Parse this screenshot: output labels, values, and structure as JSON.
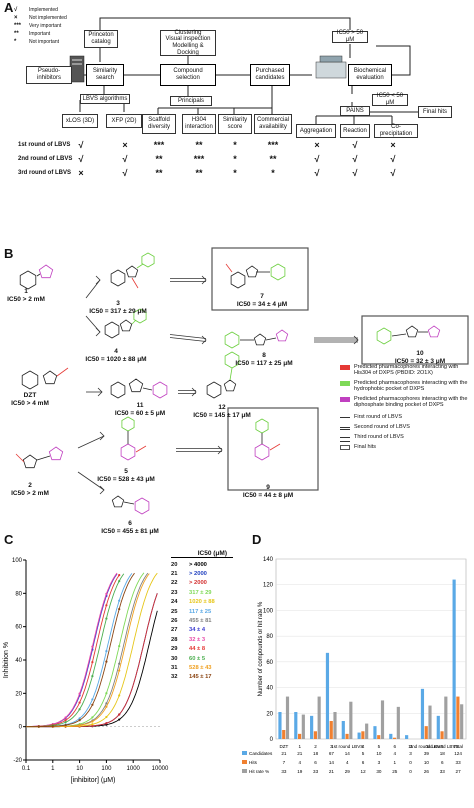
{
  "panel_a": {
    "letter": "A",
    "legend": [
      {
        "symbol": "√",
        "text": "Implemented"
      },
      {
        "symbol": "×",
        "text": "Not implemented"
      },
      {
        "symbol": "***",
        "text": "Very important"
      },
      {
        "symbol": "**",
        "text": "Important"
      },
      {
        "symbol": "*",
        "text": "Not important"
      }
    ],
    "boxes": {
      "princeton": "Princeton catalog",
      "clustering": "Clustering\nVisual inspection\nModelling & Docking",
      "ic50_top": "IC50 > 50 μM",
      "pseudo": "Pseudo-inhibitors",
      "similarity": "Similarity search",
      "compound_sel": "Compound selection",
      "purchased": "Purchased candidates",
      "biochem": "Biochemical evaluation",
      "ic50_mid": "IC50 < 50 μM",
      "lbvs": "LBVS algorithms",
      "principals": "Principals",
      "pains": "PAINS",
      "final_hits": "Final hits",
      "xlos": "xLOS (3D)",
      "xfp": "XFP (2D)",
      "scaffold": "Scaffold diversity",
      "h304": "H304 interaction",
      "simscore": "Similarity score",
      "commercial": "Commercial availability",
      "aggregation": "Aggregation",
      "reaction": "Reaction",
      "coprecip": "Co-precipitation"
    },
    "rounds": [
      {
        "label": "1st round of LBVS",
        "marks": [
          "√",
          "×",
          "***",
          "**",
          "*",
          "***",
          "×",
          "√",
          "×"
        ]
      },
      {
        "label": "2nd round of LBVS",
        "marks": [
          "√",
          "√",
          "**",
          "***",
          "*",
          "**",
          "√",
          "√",
          "√"
        ]
      },
      {
        "label": "3rd round of LBVS",
        "marks": [
          "×",
          "√",
          "**",
          "**",
          "*",
          "*",
          "√",
          "√",
          "√"
        ]
      }
    ]
  },
  "panel_b": {
    "letter": "B",
    "compounds": [
      {
        "id": "1",
        "ic50": "IC50 > 2 mM"
      },
      {
        "id": "3",
        "ic50": "IC50 = 317 ± 29 μM"
      },
      {
        "id": "4",
        "ic50": "IC50 = 1020 ± 88 μM"
      },
      {
        "id": "7",
        "ic50": "IC50 = 34 ± 4 μM"
      },
      {
        "id": "8",
        "ic50": "IC50 = 117 ± 25 μM"
      },
      {
        "id": "10",
        "ic50": "IC50 = 32 ± 3 μM"
      },
      {
        "id": "DZT",
        "ic50": "IC50 > 4 mM"
      },
      {
        "id": "11",
        "ic50": "IC50 = 60 ± 5 μM"
      },
      {
        "id": "12",
        "ic50": "IC50 = 145 ± 17 μM"
      },
      {
        "id": "2",
        "ic50": "IC50 > 2 mM"
      },
      {
        "id": "5",
        "ic50": "IC50 = 528 ± 43 μM"
      },
      {
        "id": "9",
        "ic50": "IC50 = 44 ± 8 μM"
      },
      {
        "id": "6",
        "ic50": "IC50 = 455 ± 81 μM"
      }
    ],
    "legend": [
      {
        "color": "#e53935",
        "text": "Predicted pharmacophores interacting with His304 of DXPS (PBDID: 2O1X)"
      },
      {
        "color": "#7ed957",
        "text": "Predicted pharmacophores interacting with the hydrophobic pocket of DXPS"
      },
      {
        "color": "#c040c0",
        "text": "Predicted pharmacophores interacting with the diphosphate binding pocket of DXPS"
      },
      {
        "color": "",
        "text": "First round of LBVS"
      },
      {
        "color": "",
        "text": "Second round of LBVS"
      },
      {
        "color": "",
        "text": "Third round of LBVS"
      },
      {
        "color": "",
        "text": "Final hits"
      }
    ]
  },
  "panel_c": {
    "letter": "C",
    "ylabel": "Inhibition %",
    "xlabel": "[inhibitor] (μM)",
    "table_header": "IC50 (μM)",
    "table": [
      {
        "id": "20",
        "value": "> 4000",
        "color": "#000000"
      },
      {
        "id": "21",
        "value": "> 2000",
        "color": "#1f3fbf"
      },
      {
        "id": "22",
        "value": "> 2000",
        "color": "#d32f2f"
      },
      {
        "id": "23",
        "value": "317 ± 29",
        "color": "#7ed957"
      },
      {
        "id": "24",
        "value": "1020 ± 88",
        "color": "#e6c619"
      },
      {
        "id": "25",
        "value": "117 ± 25",
        "color": "#5aa9e6"
      },
      {
        "id": "26",
        "value": "455 ± 81",
        "color": "#808080"
      },
      {
        "id": "27",
        "value": "34 ± 4",
        "color": "#3f3fd0"
      },
      {
        "id": "28",
        "value": "32 ± 3",
        "color": "#e84aa8"
      },
      {
        "id": "29",
        "value": "44 ± 8",
        "color": "#e53935"
      },
      {
        "id": "30",
        "value": "60 ± 5",
        "color": "#4caf50"
      },
      {
        "id": "31",
        "value": "528 ± 43",
        "color": "#f0a020"
      },
      {
        "id": "32",
        "value": "145 ± 17",
        "color": "#8b4513"
      }
    ]
  },
  "chart_data": [
    {
      "type": "line",
      "title": "",
      "xlabel": "[inhibitor] (μM)",
      "ylabel": "Inhibition %",
      "xscale": "log",
      "xlim": [
        0.1,
        10000
      ],
      "ylim": [
        -20,
        100
      ],
      "x_ticks": [
        "0.1",
        "1",
        "10",
        "100",
        "1000",
        "10000"
      ],
      "y_ticks": [
        "-20",
        "0",
        "20",
        "40",
        "60",
        "80",
        "100"
      ],
      "series": [
        {
          "name": "20",
          "ic50": 4000,
          "color": "#000000"
        },
        {
          "name": "21",
          "ic50": 2500,
          "color": "#1f3fbf"
        },
        {
          "name": "22",
          "ic50": 2500,
          "color": "#d32f2f"
        },
        {
          "name": "23",
          "ic50": 317,
          "color": "#7ed957"
        },
        {
          "name": "24",
          "ic50": 1020,
          "color": "#e6c619"
        },
        {
          "name": "25",
          "ic50": 117,
          "color": "#5aa9e6"
        },
        {
          "name": "26",
          "ic50": 455,
          "color": "#808080"
        },
        {
          "name": "27",
          "ic50": 34,
          "color": "#3f3fd0"
        },
        {
          "name": "28",
          "ic50": 32,
          "color": "#e84aa8"
        },
        {
          "name": "29",
          "ic50": 44,
          "color": "#e53935"
        },
        {
          "name": "30",
          "ic50": 60,
          "color": "#4caf50"
        },
        {
          "name": "31",
          "ic50": 528,
          "color": "#f0a020"
        },
        {
          "name": "32",
          "ic50": 145,
          "color": "#8b4513"
        }
      ]
    },
    {
      "type": "bar",
      "title": "",
      "ylabel": "Number of compounds or hit rate %",
      "ylim": [
        0,
        140
      ],
      "y_ticks": [
        "0",
        "20",
        "40",
        "60",
        "80",
        "100",
        "120",
        "140"
      ],
      "categories": [
        "DZT",
        "1",
        "2",
        "3",
        "1st round LBVS",
        "4",
        "5",
        "6",
        "11",
        "2nd round LBVS",
        "3rd round LBVS",
        "Total"
      ],
      "series": [
        {
          "name": "Candidates",
          "color": "#5aa9e6",
          "values": [
            21,
            21,
            18,
            67,
            14,
            5,
            10,
            4,
            3,
            39,
            18,
            124
          ]
        },
        {
          "name": "Hits",
          "color": "#f08030",
          "values": [
            7,
            4,
            6,
            14,
            4,
            6,
            3,
            1,
            0,
            10,
            6,
            33
          ]
        },
        {
          "name": "Hit rate %",
          "color": "#a0a0a0",
          "values": [
            33,
            19,
            33,
            21,
            29,
            12,
            30,
            25,
            0,
            26,
            33,
            27
          ]
        }
      ],
      "table_rows": [
        {
          "name": "Candidates",
          "values": [
            "21",
            "21",
            "18",
            "67",
            "14",
            "5",
            "10",
            "4",
            "3",
            "39",
            "18",
            "124"
          ]
        },
        {
          "name": "Hits",
          "values": [
            "7",
            "4",
            "6",
            "14",
            "4",
            "6",
            "3",
            "1",
            "0",
            "10",
            "6",
            "33"
          ]
        },
        {
          "name": "Hit rate %",
          "values": [
            "33",
            "19",
            "33",
            "21",
            "29",
            "12",
            "30",
            "25",
            "0",
            "26",
            "33",
            "27"
          ]
        }
      ]
    }
  ],
  "panel_d": {
    "letter": "D",
    "ylabel": "Number of compounds or hit rate %"
  }
}
